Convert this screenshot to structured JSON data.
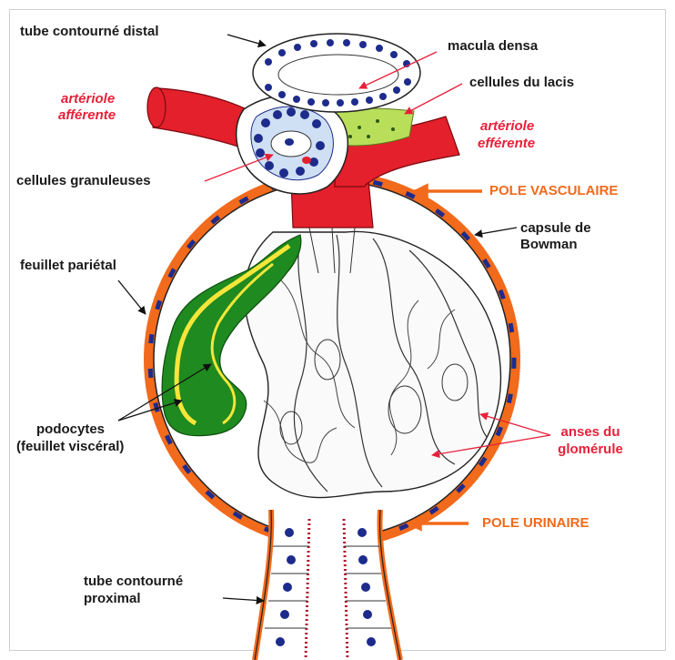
{
  "labels": {
    "tube_distal": "tube contourné distal",
    "macula_densa": "macula densa",
    "cellules_lacis": "cellules du lacis",
    "arteriole_afferente_1": "artériole",
    "arteriole_afferente_2": "afférente",
    "arteriole_efferente_1": "artériole",
    "arteriole_efferente_2": "efférente",
    "cellules_granuleuses": "cellules granuleuses",
    "pole_vasculaire": "POLE VASCULAIRE",
    "capsule_1": "capsule de",
    "capsule_2": "Bowman",
    "feuillet_parietal": "feuillet pariétal",
    "podocytes_1": "podocytes",
    "podocytes_2": "(feuillet viscéral)",
    "anses_1": "anses du",
    "anses_2": "glomérule",
    "pole_urinaire": "POLE URINAIRE",
    "tube_proximal_1": "tube contourné",
    "tube_proximal_2": "proximal"
  },
  "colors": {
    "artery": "#e3202b",
    "capsule": "#f26a1b",
    "podocyte_green": "#1f8a1f",
    "podocyte_yellow": "#f5e63a",
    "lacis": "#b9df5a",
    "nucleus": "#1d2b8c",
    "orange_label": "#f26a1b",
    "red_label": "#e8203a"
  }
}
